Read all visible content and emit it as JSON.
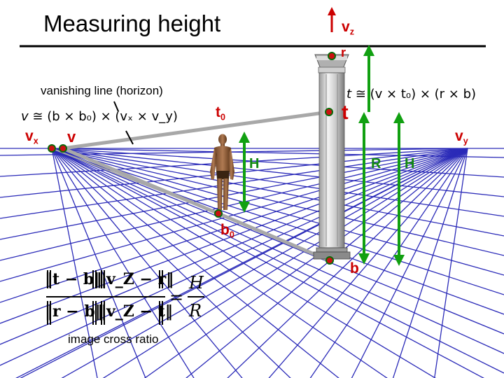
{
  "title": "Measuring height",
  "captions": {
    "horizon": "vanishing line (horizon)",
    "cross_ratio": "image cross ratio"
  },
  "points": {
    "vz": {
      "main": "v",
      "sub": "z"
    },
    "r": {
      "main": "r"
    },
    "t0": {
      "main": "t",
      "sub": "0"
    },
    "t": {
      "main": "t"
    },
    "vx": {
      "main": "v",
      "sub": "x"
    },
    "v": {
      "main": "v"
    },
    "vy": {
      "main": "v",
      "sub": "y"
    },
    "b0": {
      "main": "b",
      "sub": "0"
    },
    "b": {
      "main": "b"
    }
  },
  "heights": {
    "H_person": "H",
    "R": "R",
    "H_right": "H"
  },
  "equations": {
    "v_eq": {
      "lhs": "v",
      "rel": "≅",
      "rhs": "(b × b₀) × (vₓ × v_y)"
    },
    "t_eq": {
      "lhs": "t",
      "rel": "≅",
      "rhs": "(v × t₀) × (r × b)"
    },
    "cross_ratio": {
      "num_left": "‖t − b‖",
      "num_right": "‖v_Z − r‖",
      "den_left": "‖r − b‖",
      "den_right": "‖v_Z − t‖",
      "eq": "=",
      "rhs_num": "H",
      "rhs_den": "R"
    }
  },
  "colors": {
    "grid": "#2a2ab8",
    "line_gray": "#a8a8a8",
    "arrow_green": "#11a011",
    "point_red": "#cc1111",
    "label_red": "#cc0000",
    "column": "#c8c8c8"
  },
  "icons": [
    "arrow-up-icon"
  ]
}
